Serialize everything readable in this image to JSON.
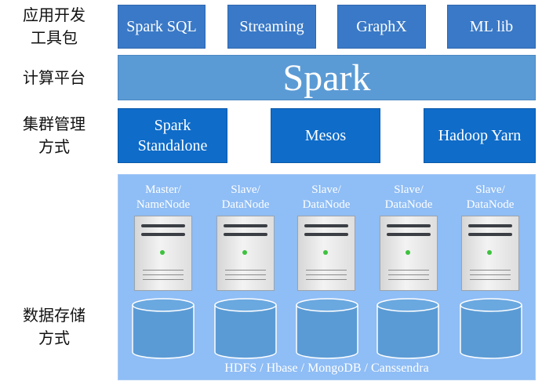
{
  "layers": {
    "app_dev": [
      "应用开发",
      "工具包"
    ],
    "compute": [
      "计算平台"
    ],
    "cluster_mgmt": [
      "集群管理",
      "方式"
    ],
    "storage": [
      "数据存储",
      "方式"
    ]
  },
  "app_tools": [
    "Spark SQL",
    "Streaming",
    "GraphX",
    "ML lib"
  ],
  "platform": "Spark",
  "cluster_managers": [
    [
      "Spark",
      "Standalone"
    ],
    [
      "Mesos"
    ],
    [
      "Hadoop Yarn"
    ]
  ],
  "nodes": [
    [
      "Master/",
      "NameNode"
    ],
    [
      "Slave/",
      "DataNode"
    ],
    [
      "Slave/",
      "DataNode"
    ],
    [
      "Slave/",
      "DataNode"
    ],
    [
      "Slave/",
      "DataNode"
    ]
  ],
  "storage_caption": "HDFS / Hbase / MongoDB / Canssendra",
  "colors": {
    "top_box": "#3a79c7",
    "spark_box": "#5b9bd5",
    "cluster_box": "#0f6cc9",
    "storage_bg": "#8fbdf5",
    "cylinder": "#5b9bd5"
  }
}
